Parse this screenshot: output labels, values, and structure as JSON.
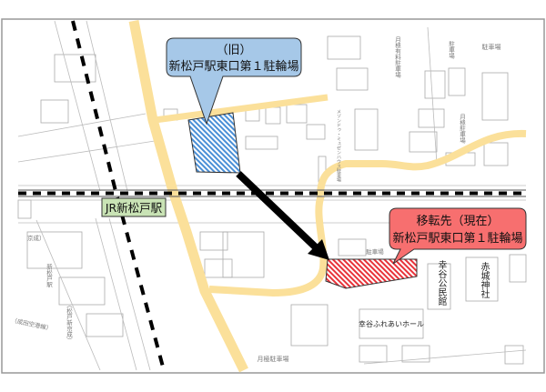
{
  "colors": {
    "road": "#fbe09a",
    "old_site": "#4a8fd6",
    "old_callout": "#a6c8e8",
    "new_site": "#e8333a",
    "new_callout": "#f76f6f",
    "station_label": "#c9e3b5",
    "arrow": "#000000"
  },
  "old_site": {
    "line1": "（旧）",
    "line2": "新松戸駅東口第１駐輪場"
  },
  "new_site": {
    "line1": "移転先（現在）",
    "line2": "新松戸駅東口第１駐輪場"
  },
  "station": {
    "label": "JR新松戸駅"
  },
  "map_labels": {
    "parking_paid": "月極有料駐車場",
    "parking_1": "駐車場",
    "parking_2": "駐車場",
    "parking_monthly": "月極駐車場",
    "mansion": "メゾンドゥ・ミュゼンハウス駐車場",
    "parking_bottom": "月極駐車場",
    "parking_new": "駐車場",
    "hall": "幸谷ふれあいホール",
    "community_center": "幸谷公民館",
    "shrine": "赤城神社",
    "keisei_station": "新松戸駅",
    "keisei_line": "（松戸新京成）",
    "narita_line": "（成田空港線）",
    "keisei_left": "京成）"
  }
}
